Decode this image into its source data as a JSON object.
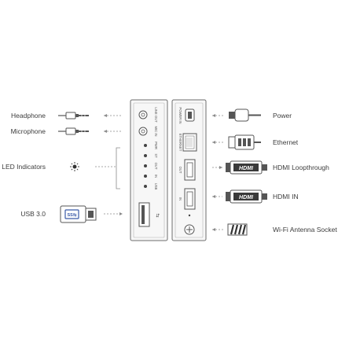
{
  "left_labels": {
    "headphone": "Headphone",
    "microphone": "Microphone",
    "led_indicators": "LED Indicators",
    "usb": "USB 3.0"
  },
  "right_labels": {
    "power": "Power",
    "ethernet": "Ethernet",
    "hdmi_loop": "HDMI Loopthrough",
    "hdmi_in": "HDMI IN",
    "wifi": "Wi-Fi Antenna Socket"
  },
  "hdmi_logo_text": "HDMI",
  "panel_left_texts": {
    "line_out": "LINE OUT",
    "mic_in": "MIC IN",
    "pwr": "PWR",
    "status": "ST",
    "hdmi_out_led": "OUT",
    "hdmi_in_led": "IN",
    "usb_led": "USB",
    "usb_icon": "⇆"
  },
  "panel_right_texts": {
    "power_in": "POWER IN",
    "ethernet": "ETHERNET",
    "out": "OUT",
    "in": "IN"
  },
  "colors": {
    "line": "#8a8a8a",
    "panel": "#f7f7f7",
    "panel_border": "#6d6d6d",
    "cable": "#555555"
  }
}
